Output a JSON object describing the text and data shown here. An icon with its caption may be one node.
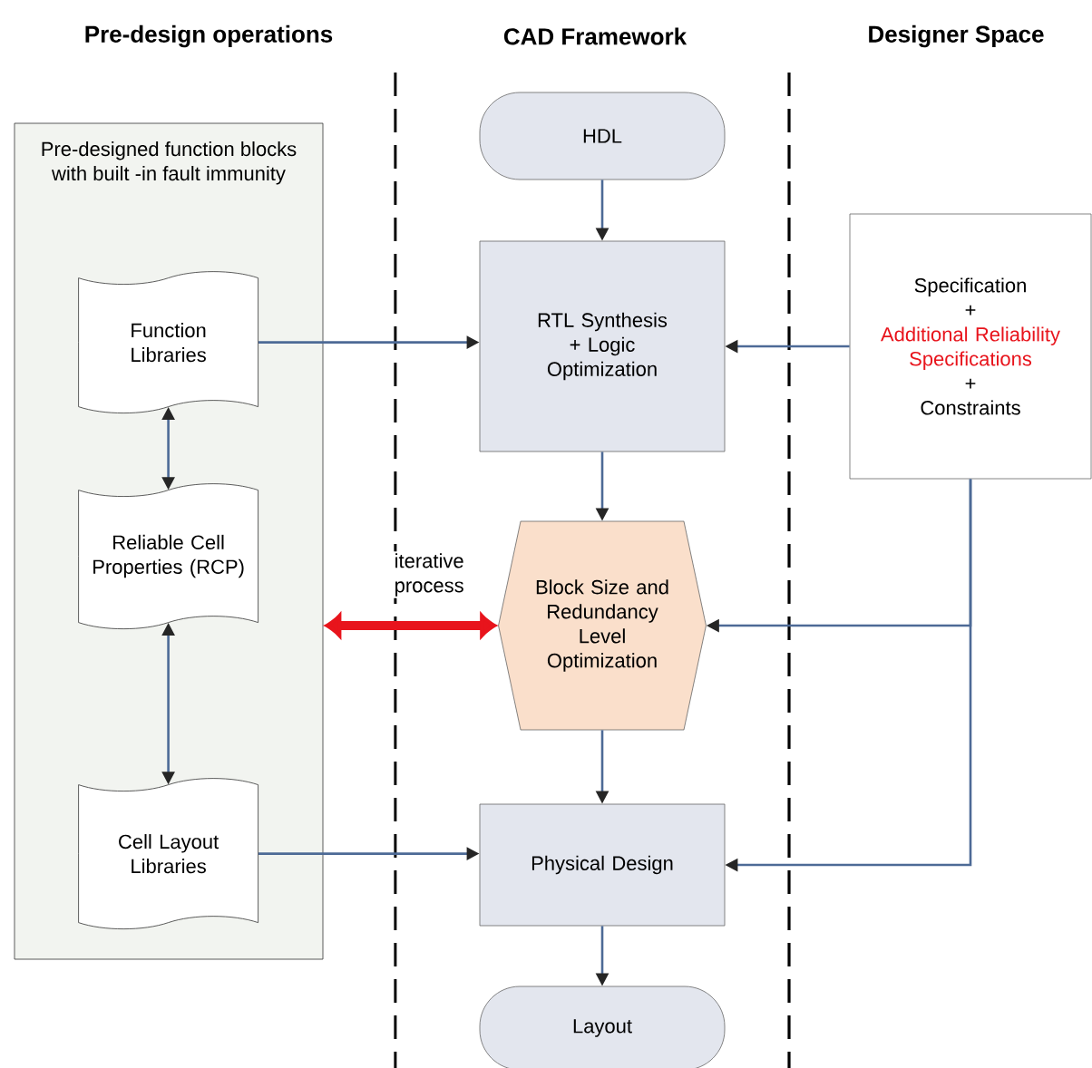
{
  "diagram": {
    "nodes": [
      {
        "text": [
          "Pre-designed function blocks with built -in fault immunity"
        ]
      },
      {
        "text": [
          "Function Libraries"
        ],
        "in": 0
      },
      {
        "text": [
          "Reliable Cell Properties (RCP)"
        ],
        "in": 0
      },
      {
        "text": [
          "Cell Layout Libraries"
        ],
        "in": 0
      },
      {
        "text": [
          "HDL"
        ]
      },
      {
        "text": [
          "RTL Synthesis + Logic Optimization"
        ]
      },
      {
        "text": [
          "Block Size and Redundancy Level Optimization"
        ]
      },
      {
        "text": [
          "Physical Design"
        ]
      },
      {
        "text": [
          "Layout"
        ]
      },
      {
        "text": [
          "Specification",
          "+",
          "Additional Reliability Specifications",
          "+",
          "Constraints"
        ]
      }
    ],
    "edges": [
      {
        "from": 1,
        "to": 2,
        "arrow": "both"
      },
      {
        "from": 2,
        "to": 3,
        "arrow": "both"
      },
      {
        "from": 1,
        "to": 5,
        "arrow": "to"
      },
      {
        "from": 3,
        "to": 7,
        "arrow": "to"
      },
      {
        "from": 4,
        "to": 5,
        "arrow": "to"
      },
      {
        "from": 5,
        "to": 6,
        "arrow": "to"
      },
      {
        "from": 6,
        "to": 7,
        "arrow": "to"
      },
      {
        "from": 7,
        "to": 8,
        "arrow": "to"
      },
      {
        "from": 9,
        "to": 5,
        "arrow": "to"
      },
      {
        "from": 9,
        "to": 6,
        "arrow": "to"
      },
      {
        "from": 9,
        "to": 7,
        "arrow": "to"
      },
      {
        "from": 0,
        "to": 6,
        "arrow": "both",
        "style": "thick",
        "color": "#e8141c",
        "label": "iterative process"
      }
    ],
    "labels": [
      "Pre-design operations",
      "CAD Framework",
      "Designer Space"
    ]
  }
}
